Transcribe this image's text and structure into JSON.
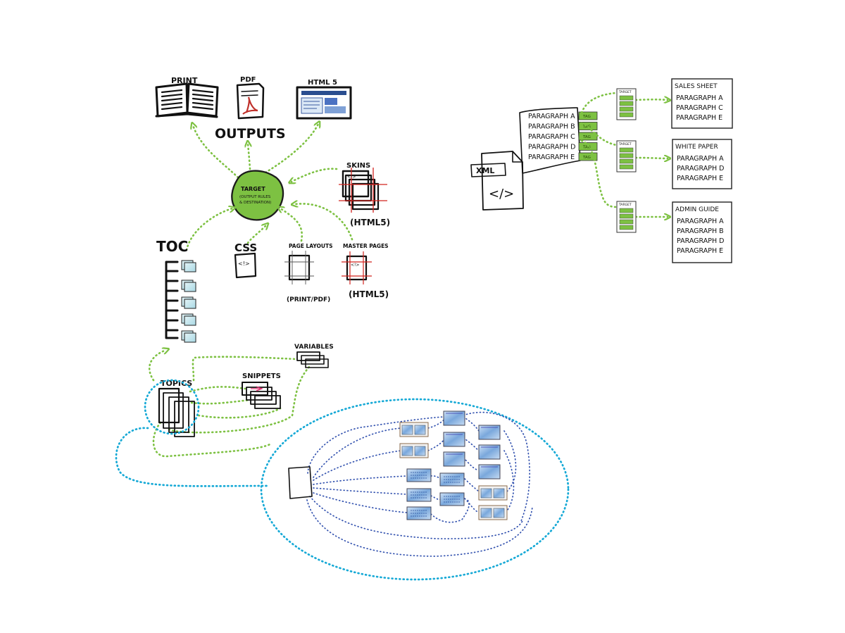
{
  "outputs": {
    "title": "OUTPUTS",
    "print": "PRINT",
    "pdf": "PDF",
    "html5": "HTML 5"
  },
  "target": {
    "line1": "TARGET",
    "line2": "(OUTPUT RULES",
    "line3": "& DESTINATION)"
  },
  "skins": {
    "label": "SKINS",
    "note": "(HTML5)"
  },
  "toc": {
    "label": "TOC"
  },
  "css": {
    "label": "CSS",
    "glyph": "<!>"
  },
  "page_layouts": {
    "label": "PAGE LAYOUTS",
    "note": "(PRINT/PDF)"
  },
  "master_pages": {
    "label": "MASTER PAGES",
    "note": "(HTML5)"
  },
  "topics": {
    "label": "TOPICS"
  },
  "snippets": {
    "label": "SNIPPETS"
  },
  "variables": {
    "label": "VARIABLES"
  },
  "xml": {
    "label": "XML",
    "glyph": "</>",
    "paragraphs": [
      "PARAGRAPH A",
      "PARAGRAPH B",
      "PARAGRAPH C",
      "PARAGRAPH D",
      "PARAGRAPH E"
    ],
    "tag_label": "TAG"
  },
  "target_label": "TARGET",
  "documents": [
    {
      "title": "SALES SHEET",
      "paragraphs": [
        "PARAGRAPH A",
        "PARAGRAPH C",
        "PARAGRAPH E"
      ]
    },
    {
      "title": "WHITE PAPER",
      "paragraphs": [
        "PARAGRAPH A",
        "PARAGRAPH D",
        "PARAGRAPH E"
      ]
    },
    {
      "title": "ADMIN GUIDE",
      "paragraphs": [
        "PARAGRAPH A",
        "PARAGRAPH B",
        "PARAGRAPH D",
        "PARAGRAPH E"
      ]
    }
  ],
  "colors": {
    "green": "#7dc142",
    "dark_green": "#5a9a2a",
    "blue": "#3554b0",
    "cyan": "#16a9d6",
    "orange": "#f5a623",
    "page_blue": "#8fb8e3"
  }
}
